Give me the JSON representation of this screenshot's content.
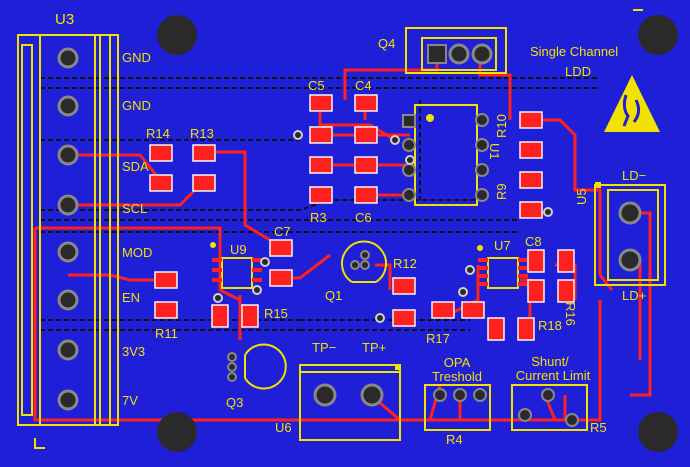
{
  "board": {
    "title_line1": "Single Channel",
    "title_line2": "LDD",
    "colors": {
      "substrate": "#1f1fd8",
      "silk": "#f2e200",
      "pad": "#ff2020",
      "trace": "#ff2020",
      "drill": "#888888",
      "via_ring": "#cfcfcf",
      "mount_hole": "#2a2a2a",
      "bottom_trace": "#111111"
    },
    "esd_icon": "esd-warning-icon"
  },
  "connectors": {
    "u3": {
      "ref": "U3",
      "pins": [
        "GND",
        "GND",
        "SDA",
        "SCL",
        "MOD",
        "EN",
        "3V3",
        "7V"
      ]
    },
    "u5": {
      "ref": "U5",
      "pins": [
        "LD−",
        "LD+"
      ]
    },
    "u6": {
      "ref": "U6",
      "pins": [
        "TP−",
        "TP+"
      ]
    },
    "q4": {
      "ref": "Q4"
    }
  },
  "components": {
    "resistors": [
      "R14",
      "R13",
      "R3",
      "R9",
      "R10",
      "R11",
      "R12",
      "R15",
      "R16",
      "R17",
      "R18",
      "R4",
      "R5"
    ],
    "capacitors": [
      "C5",
      "C4",
      "C6",
      "C7",
      "C8"
    ],
    "ics": [
      "U1",
      "U9",
      "U7"
    ],
    "transistors": [
      "Q1",
      "Q3",
      "Q4"
    ]
  },
  "potentiometers": {
    "r4": {
      "ref": "R4",
      "label_line1": "OPA",
      "label_line2": "Treshold"
    },
    "r5": {
      "ref": "R5",
      "label_line1": "Shunt/",
      "label_line2": "Current Limit"
    }
  }
}
